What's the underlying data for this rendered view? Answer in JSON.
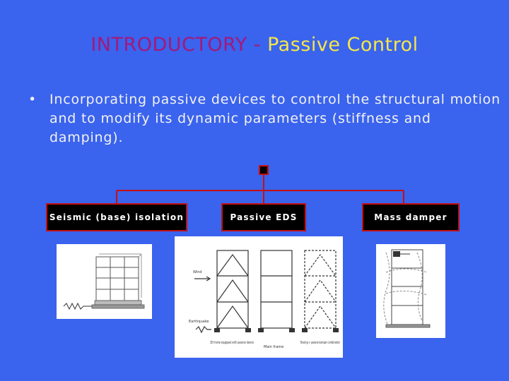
{
  "slide": {
    "title_part1": "INTRODUCTORY",
    "title_sep": " - ",
    "title_part2": "Passive Control",
    "bullet_marker": "•",
    "bullet_text": "Incorporating passive devices to control the structural motion and to modify its dynamic parameters (stiffness and damping)."
  },
  "diagram": {
    "boxes": [
      {
        "label": "Seismic (base) isolation"
      },
      {
        "label": "Passive EDS"
      },
      {
        "label": "Mass damper"
      }
    ],
    "eds_figure": {
      "wind_label": "Wind",
      "earthquake_label": "Earthquake",
      "caption_left": "3D frame equipped with passive device",
      "caption_mid": "Main frame",
      "caption_right": "Bracing + passive damper combination"
    }
  },
  "colors": {
    "background": "#3a63ee",
    "title_accent": "#a3197a",
    "title_main": "#f4e64a",
    "box_fill": "#000000",
    "box_border": "#c31010",
    "connector": "#c31010"
  }
}
